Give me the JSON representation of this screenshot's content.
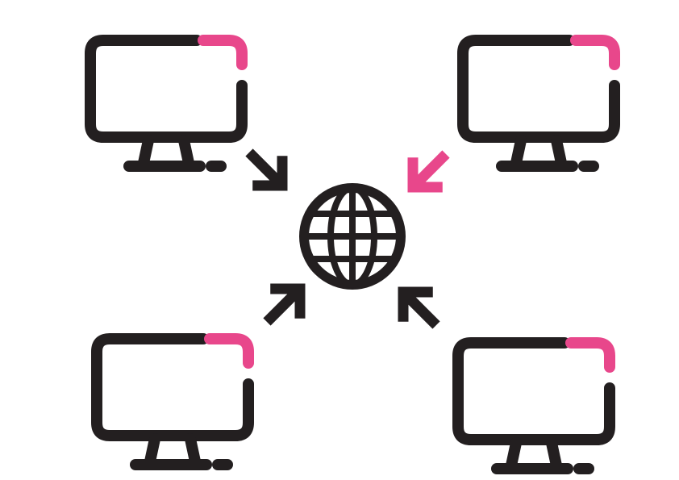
{
  "diagram": {
    "colors": {
      "stroke": "#231f20",
      "accent": "#e8478b",
      "background": "#ffffff"
    },
    "nodes": [
      {
        "id": "computer-top-left",
        "icon": "monitor-icon"
      },
      {
        "id": "computer-top-right",
        "icon": "monitor-icon"
      },
      {
        "id": "computer-bottom-left",
        "icon": "monitor-icon"
      },
      {
        "id": "computer-bottom-right",
        "icon": "monitor-icon"
      },
      {
        "id": "internet-globe",
        "icon": "globe-icon"
      }
    ],
    "connections": [
      {
        "from": "computer-top-left",
        "to": "internet-globe",
        "highlighted": false
      },
      {
        "from": "computer-top-right",
        "to": "internet-globe",
        "highlighted": true
      },
      {
        "from": "computer-bottom-left",
        "to": "internet-globe",
        "highlighted": false
      },
      {
        "from": "computer-bottom-right",
        "to": "internet-globe",
        "highlighted": false
      }
    ]
  }
}
